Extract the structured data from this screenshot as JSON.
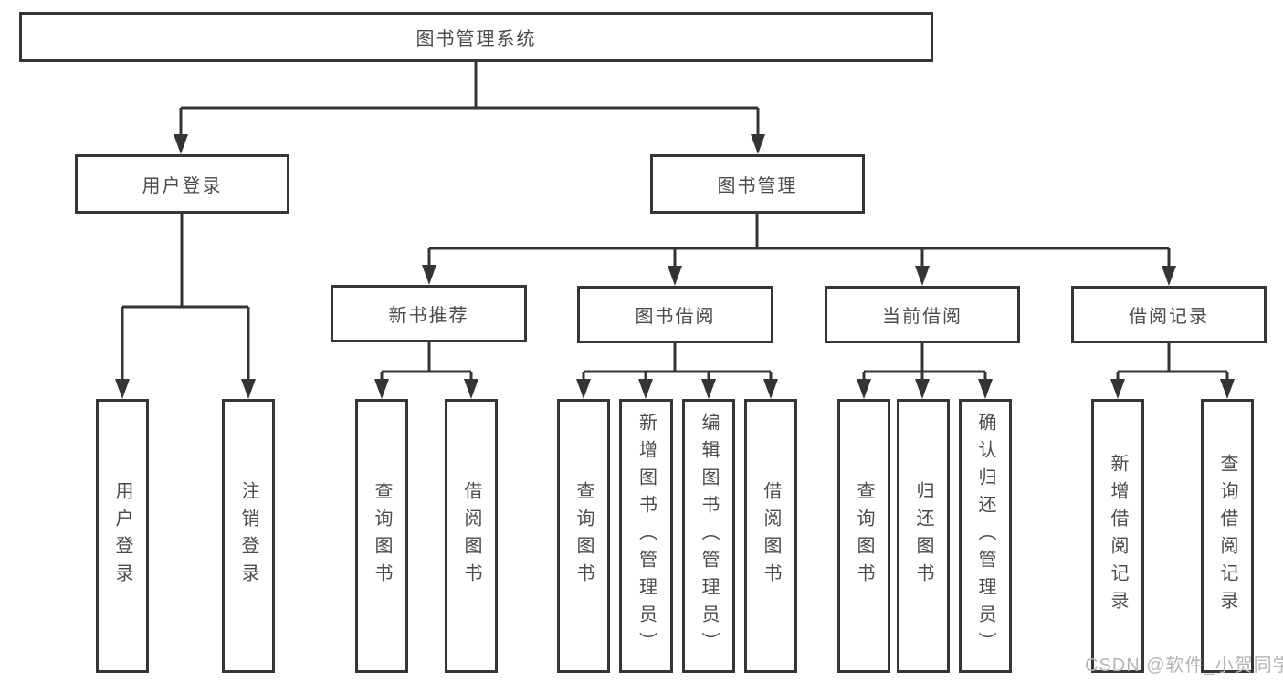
{
  "nodes": {
    "root": {
      "label": "图书管理系统"
    },
    "userLogin": {
      "label": "用户登录"
    },
    "bookMgmt": {
      "label": "图书管理"
    },
    "newBooks": {
      "label": "新书推荐"
    },
    "bookBorrow": {
      "label": "图书借阅"
    },
    "currentBorrow": {
      "label": "当前借阅"
    },
    "borrowRecords": {
      "label": "借阅记录"
    },
    "leafUserLogin": {
      "label": "用户登录"
    },
    "leafLogout": {
      "label": "注销登录"
    },
    "leafQueryBooksA": {
      "label": "查询图书"
    },
    "leafBorrowBooksA": {
      "label": "借阅图书"
    },
    "leafQueryBooksB": {
      "label": "查询图书"
    },
    "leafAddBooks": {
      "label": "新增图书（管理员）"
    },
    "leafEditBooks": {
      "label": "编辑图书（管理员）"
    },
    "leafBorrowBooksB": {
      "label": "借阅图书"
    },
    "leafQueryBooksC": {
      "label": "查询图书"
    },
    "leafReturnBooks": {
      "label": "归还图书"
    },
    "leafConfirmReturn": {
      "label": "确认归还（管理员）"
    },
    "leafAddRecord": {
      "label": "新增借阅记录"
    },
    "leafQueryRecord": {
      "label": "查询借阅记录"
    }
  },
  "watermark": {
    "text": "CSDN @软件_小贺同学"
  },
  "colors": {
    "line": "#343434",
    "border": "#363636",
    "text": "#4b4b4b",
    "watermark": "#b5b5b5",
    "background": "#ffffff"
  }
}
